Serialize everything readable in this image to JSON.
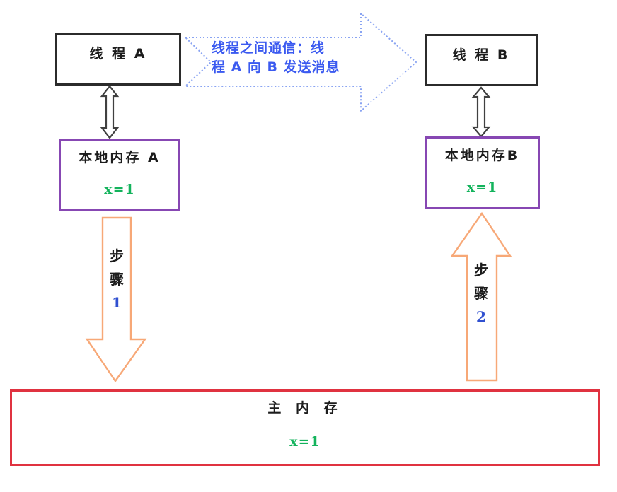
{
  "diagram": {
    "title_semantics": "java-memory-model-thread-communication",
    "thread_a": {
      "label": "线 程 A"
    },
    "thread_b": {
      "label": "线 程 B"
    },
    "local_memory_a": {
      "label": "本地内存 A",
      "value": "x=1"
    },
    "local_memory_b": {
      "label": "本地内存B",
      "value": "x=1"
    },
    "main_memory": {
      "label": "主 内 存",
      "value": "x=1"
    },
    "message_arrow": {
      "line1": "线程之间通信：线",
      "line2": "程 A 向 B 发送消息"
    },
    "step1": {
      "char1": "步",
      "char2": "骤",
      "number": "1"
    },
    "step2": {
      "char1": "步",
      "char2": "骤",
      "number": "2"
    },
    "colors": {
      "box_border": "#2b2b2b",
      "local_memory_border": "#8747b3",
      "main_memory_border": "#e03240",
      "step_arrow_orange": "#f7a877",
      "message_arrow_blue_dotted": "#8aa4f2",
      "message_text_blue": "#3b5af0",
      "value_green": "#13b35c",
      "bidirectional_arrow_gray": "#404040",
      "step_number_blue": "#3050d0"
    }
  }
}
